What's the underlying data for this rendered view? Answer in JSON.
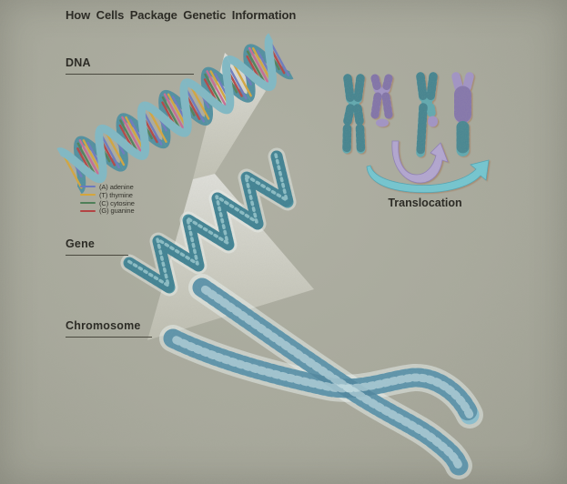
{
  "title": "How Cells Package Genetic Information",
  "labels": {
    "dna": "DNA",
    "gene": "Gene",
    "chromosome": "Chromosome",
    "translocation": "Translocation"
  },
  "legend": {
    "items": [
      {
        "code": "(A)",
        "name": "adenine",
        "color": "#6b79c0"
      },
      {
        "code": "(T)",
        "name": "thymine",
        "color": "#d4a63c"
      },
      {
        "code": "(C)",
        "name": "cytosine",
        "color": "#4f7f58"
      },
      {
        "code": "(G)",
        "name": "guanine",
        "color": "#b34444"
      }
    ]
  },
  "colors": {
    "background": "#a8a99c",
    "helix_ribbon_front": "#7fb9c6",
    "helix_ribbon_back": "#4e8fa0",
    "gene_coil": "#4a93a3",
    "chromosome_body": "#8abfd0",
    "translocation_teal": "#5ea9b0",
    "translocation_purple": "#a193c6",
    "arrow_teal": "#72c7d2",
    "arrow_purple": "#b3a6d2",
    "text": "#2d2c26"
  }
}
